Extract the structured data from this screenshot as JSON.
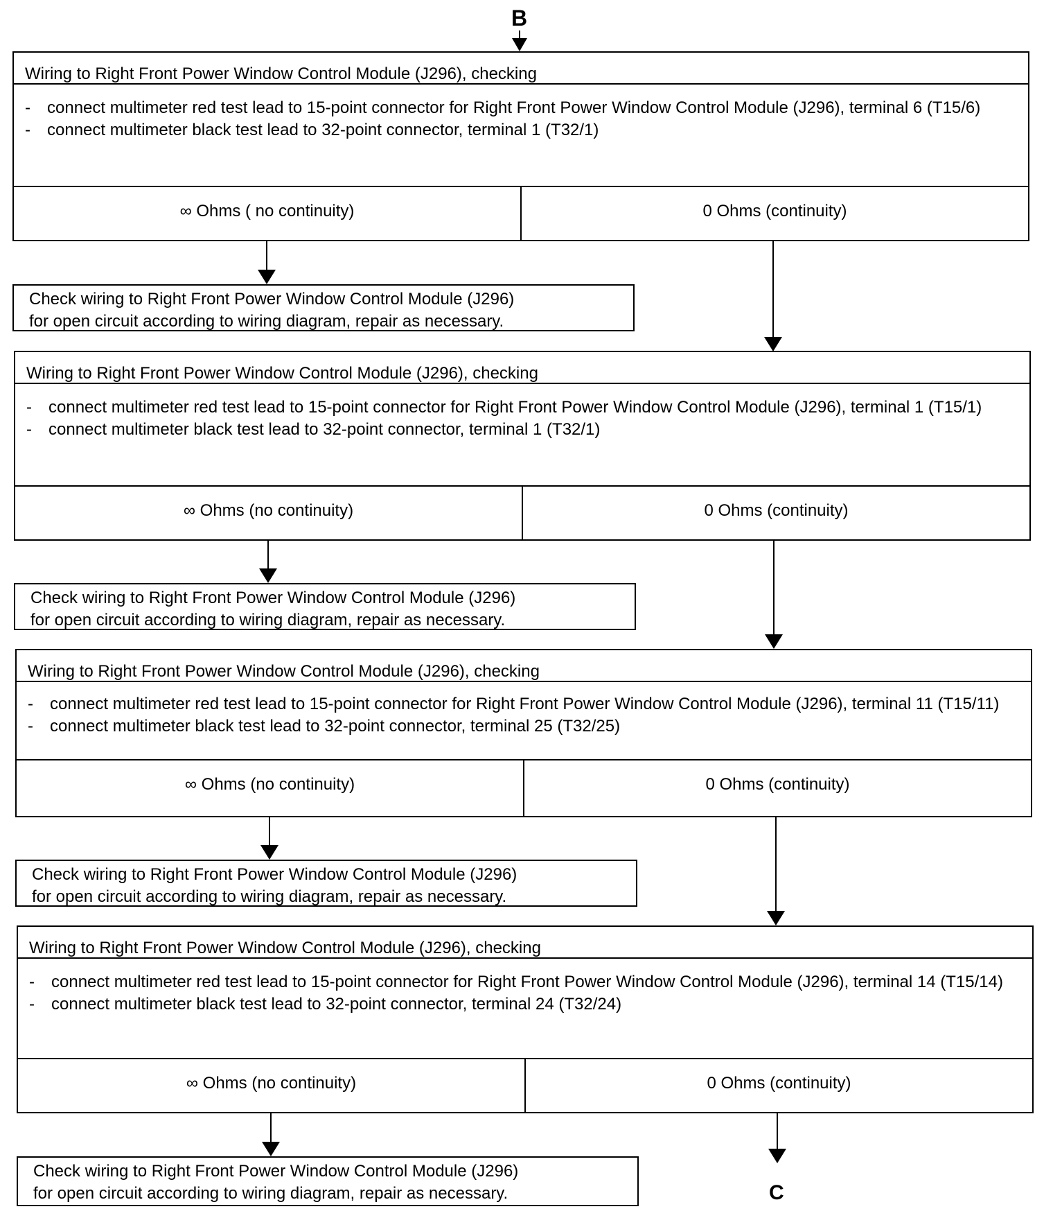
{
  "connector_top": "B",
  "connector_bottom": "C",
  "steps": [
    {
      "header": "Wiring to Right Front Power Window Control Module (J296), checking",
      "items": [
        "connect multimeter red test lead to 15-point connector for Right Front Power Window Control  Module (J296), terminal 6 (T15/6)",
        "connect multimeter black test lead to 32-point connector, terminal 1 (T32/1)"
      ],
      "result_left": "∞ Ohms  ( no continuity)",
      "result_right": "0 Ohms  (continuity)",
      "action": [
        "Check wiring  to Right Front Power Window Control  Module (J296)",
        "for open circuit  according to wiring  diagram, repair as  necessary."
      ]
    },
    {
      "header": "Wiring to Right Front Power Window Control Module (J296), checking",
      "items": [
        "connect multimeter red test lead to 15-point connector for Right Front Power Window Control  Module (J296), terminal 1 (T15/1)",
        "connect multimeter black test lead to 32-point connector, terminal 1 (T32/1)"
      ],
      "result_left": "∞ Ohms  (no continuity)",
      "result_right": "0 Ohms  (continuity)",
      "action": [
        "Check wiring to Right Front Power Window Control  Module (J296)",
        "for open circuit  according to wiring  diagram, repair as necessary."
      ]
    },
    {
      "header": "Wiring to Right Front Power Window Control Module (J296), checking",
      "items": [
        "connect multimeter red test lead to 15-point connector for Right Front Power Window Control Module (J296), terminal 11 (T15/11)",
        "connect multimeter black test lead to 32-point connector, terminal 25 (T32/25)"
      ],
      "result_left": "∞ Ohms  (no continuity)",
      "result_right": "0 Ohms  (continuity)",
      "action": [
        "Check wiring to Right Front Power Window Control Module (J296)",
        "for open circuit  according to wiring diagram, repair as necessary."
      ]
    },
    {
      "header": "Wiring to Right Front Power Window Control Module (J296), checking",
      "items": [
        "connect multimeter red test lead to 15-point connector for Right Front Power Window Control Module (J296), terminal 14 (T15/14)",
        "connect multimeter black test lead to 32-point connector, terminal 24 (T32/24)"
      ],
      "result_left": "∞ Ohms  (no continuity)",
      "result_right": "0 Ohms  (continuity)",
      "action": [
        "Check wiring  to  Right Front Power Window Control Module (J296)",
        "for open circuit  according to wiring diagram, repair as  necessary."
      ]
    }
  ]
}
